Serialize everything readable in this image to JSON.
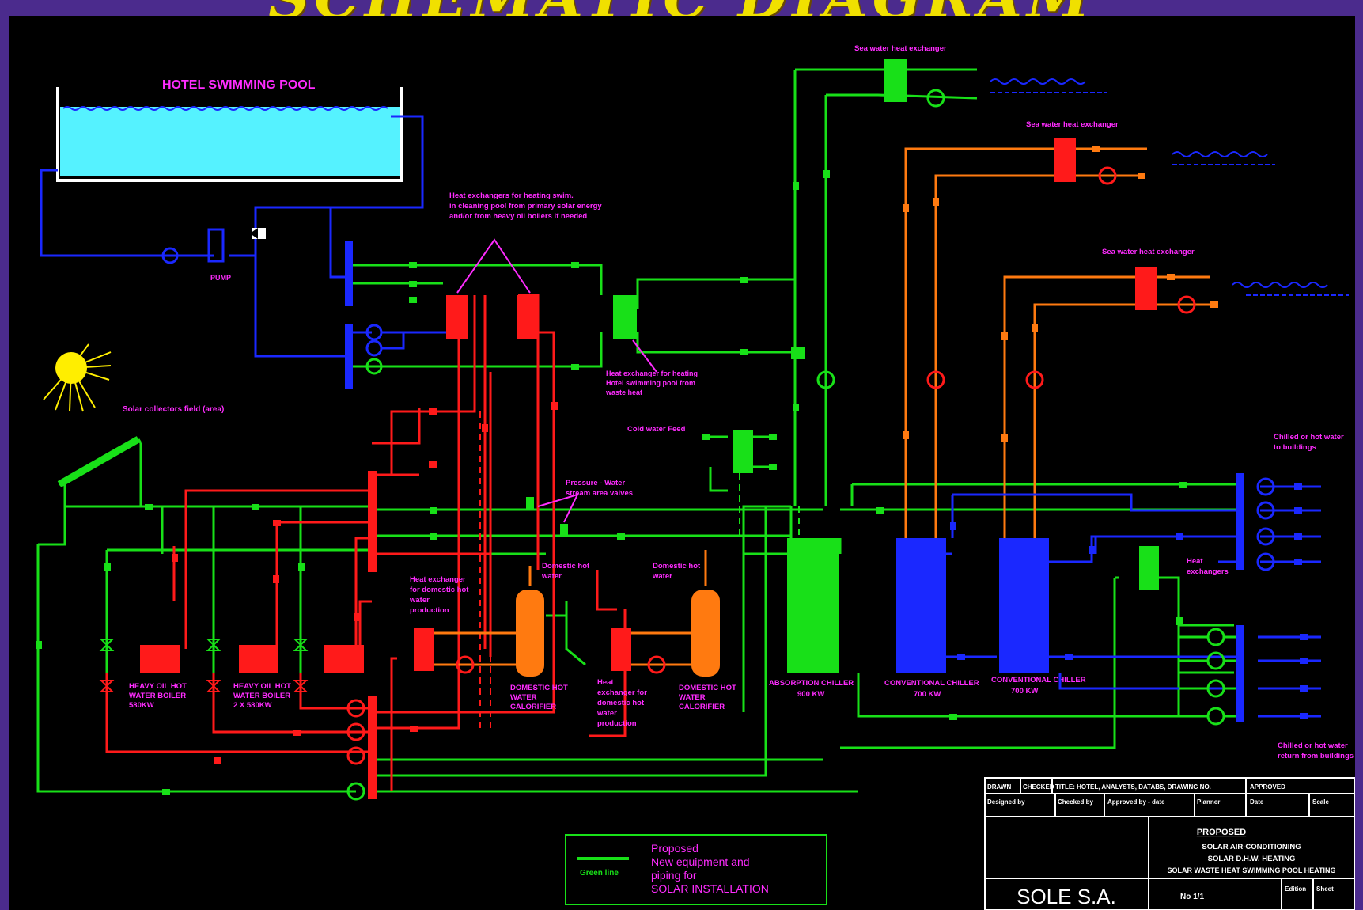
{
  "title": "SCHEMATIC DIAGRAM",
  "labels": {
    "pool": "HOTEL SWIMMING POOL",
    "pump": "PUMP",
    "hx_pool_note_1": "Heat exchangers for heating swim.",
    "hx_pool_note_2": "in cleaning pool from primary solar energy",
    "hx_pool_note_3": "and/or from heavy oil boilers if needed",
    "hx_waste_note_1": "Heat exchanger for heating",
    "hx_waste_note_2": "Hotel swimming pool from",
    "hx_waste_note_3": "waste heat",
    "solar_field": "Solar collectors field (area)",
    "sea_hx_1": "Sea water heat exchanger",
    "sea_hx_2": "Sea water heat exchanger",
    "sea_hx_3": "Sea water heat exchanger",
    "cold_water_feed": "Cold water Feed",
    "chilled_supply_1": "Chilled or hot water",
    "chilled_supply_2": "to buildings",
    "chilled_return_1": "Chilled or hot water",
    "chilled_return_2": "return from buildings",
    "pressure_valves_1": "Pressure - Water",
    "pressure_valves_2": "stream area valves",
    "domestic_1_1": "Domestic hot",
    "domestic_1_2": "water",
    "domestic_2_1": "Domestic hot",
    "domestic_2_2": "water",
    "hx_dhw_1": "Heat exchanger",
    "hx_dhw_2": "for domestic hot",
    "hx_dhw_3": "water",
    "hx_dhw_4": "production",
    "hx_dhw2_1": "Heat",
    "hx_dhw2_2": "exchanger for",
    "hx_dhw2_3": "domestic hot",
    "hx_dhw2_4": "water",
    "hx_dhw2_5": "production",
    "boiler1_1": "HEAVY OIL HOT",
    "boiler1_2": "WATER BOILER",
    "boiler1_3": "580KW",
    "boiler2_1": "HEAVY OIL HOT",
    "boiler2_2": "WATER BOILER",
    "boiler2_3": "2 X 580KW",
    "calorifier1_1": "DOMESTIC HOT",
    "calorifier1_2": "WATER",
    "calorifier1_3": "CALORIFIER",
    "calorifier2_1": "DOMESTIC HOT",
    "calorifier2_2": "WATER",
    "calorifier2_3": "CALORIFIER",
    "absorption_1": "ABSORPTION CHILLER",
    "absorption_2": "900 KW",
    "conv1_1": "CONVENTIONAL CHILLER",
    "conv1_2": "700 KW",
    "conv2_1": "CONVENTIONAL CHILLER",
    "conv2_2": "700 KW",
    "heat_exch": "Heat",
    "heat_exch_2": "exchangers"
  },
  "legend": {
    "line_label": "Green line",
    "text_1": "Proposed",
    "text_2": "New equipment and",
    "text_3": "piping for",
    "text_4": "SOLAR INSTALLATION"
  },
  "title_block": {
    "r1c1": "DRAWN",
    "r1c2": "CHECKED",
    "r1c3": "TITLE: HOTEL, ANALYSTS, DATABS, DRAWING NO.",
    "r1c4": "APPROVED",
    "r2c1": "Designed by",
    "r2c2": "Checked by",
    "r2c3": "Approved by - date",
    "r2c4": "Planner",
    "r2c5": "Date",
    "r2c6": "Scale",
    "proposed": "PROPOSED",
    "desc_1": "SOLAR AIR-CONDITIONING",
    "desc_2": "SOLAR D.H.W. HEATING",
    "desc_3": "SOLAR WASTE HEAT SWIMMING POOL HEATING",
    "company": "SOLE S.A.",
    "drawing_no": "No 1/1",
    "edition": "Edition",
    "sheet": "Sheet"
  },
  "colors": {
    "background": "#000000",
    "frame": "#4b2b8d",
    "title": "#f0e000",
    "solar_pipe": "#18e018",
    "hot_pipe": "#ff1a1a",
    "cold_pipe": "#1a28ff",
    "orange_pipe": "#ff7a10",
    "pool_water": "#55f2ff",
    "annotation": "#ff2cff",
    "title_block": "#ffffff"
  }
}
